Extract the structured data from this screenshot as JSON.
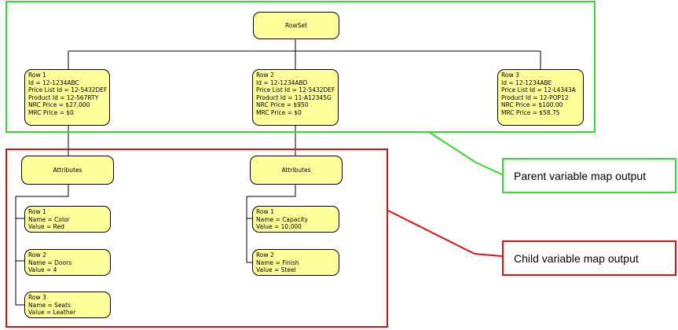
{
  "rowset": {
    "label": "RowSet"
  },
  "parent_rows": [
    {
      "lines": [
        "Row 1",
        "Id = 12-1234ABC",
        "Price List Id = 12-5432DEF",
        "Product Id = 12-567RTY",
        "NRC Price = $27,000",
        "MRC Price = $0"
      ]
    },
    {
      "lines": [
        "Row 2",
        "Id = 12-1234ABD",
        "Price List Id = 12-5432DEF",
        "Product Id = 11-A12345G",
        "NRC Price = $950",
        "MRC Price = $0"
      ]
    },
    {
      "lines": [
        "Row 3",
        "Id = 12-1234ABE",
        "Price List Id = 12-L4343A",
        "Product Id = 12-POP12",
        "NRC Price = $100.00",
        "MRC Price = $58.75"
      ]
    }
  ],
  "attribute_groups": [
    {
      "label": "Attributes",
      "rows": [
        {
          "lines": [
            "Row 1",
            "Name = Color",
            "Value = Red"
          ]
        },
        {
          "lines": [
            "Row 2",
            "Name = Doors",
            "Value = 4"
          ]
        },
        {
          "lines": [
            "Row 3",
            "Name = Seats",
            "Value = Leather"
          ]
        }
      ]
    },
    {
      "label": "Attributes",
      "rows": [
        {
          "lines": [
            "Row 1",
            "Name = Capacity",
            "Value = 10,000"
          ]
        },
        {
          "lines": [
            "Row 2",
            "Name = Finish",
            "Value = Steel"
          ]
        }
      ]
    }
  ],
  "callouts": {
    "parent": "Parent variable map output",
    "child": "Child variable map output"
  },
  "colors": {
    "node_fill": "#ffff99",
    "parent_frame": "#33dd33",
    "child_frame": "#dd1111"
  }
}
